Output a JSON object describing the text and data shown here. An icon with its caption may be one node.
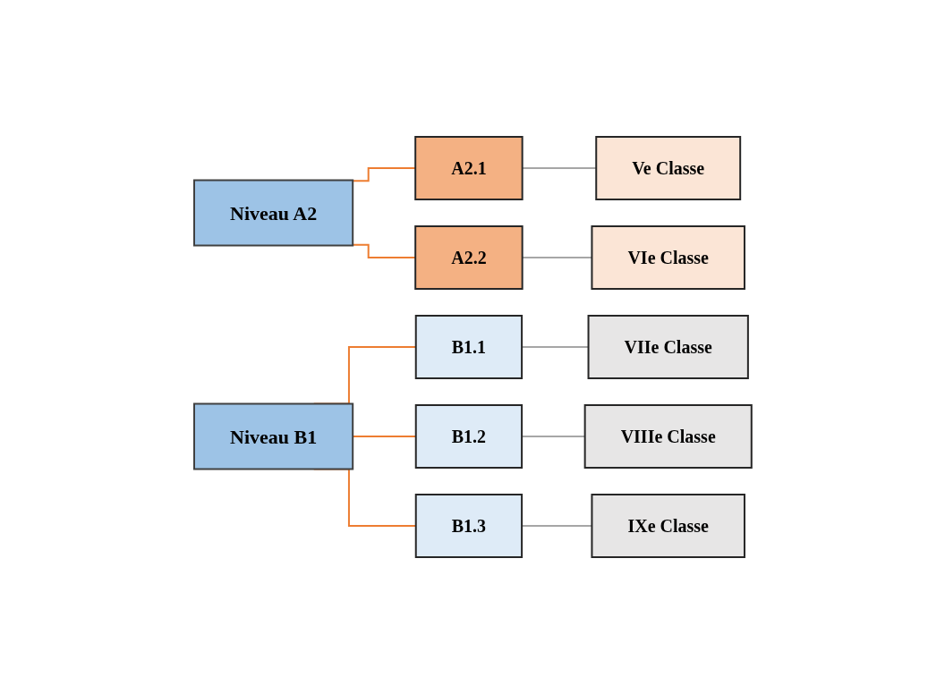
{
  "diagram": {
    "nodes": [
      {
        "text": [
          "Niveau A2"
        ]
      },
      {
        "text": [
          "A2.1"
        ]
      },
      {
        "text": [
          "Ve Classe"
        ]
      },
      {
        "text": [
          "A2.2"
        ]
      },
      {
        "text": [
          "VIe Classe"
        ]
      },
      {
        "text": [
          "Niveau B1"
        ]
      },
      {
        "text": [
          "B1.1"
        ]
      },
      {
        "text": [
          "VIIe Classe"
        ]
      },
      {
        "text": [
          "B1.2"
        ]
      },
      {
        "text": [
          "VIIIe Classe"
        ]
      },
      {
        "text": [
          "B1.3"
        ]
      },
      {
        "text": [
          "IXe Classe"
        ]
      }
    ],
    "edges": [
      {
        "from": 0,
        "to": 1,
        "arrow": "none",
        "color": "#ed7d31"
      },
      {
        "from": 0,
        "to": 3,
        "arrow": "none",
        "color": "#ed7d31"
      },
      {
        "from": 1,
        "to": 2,
        "arrow": "none",
        "color": "#a6a6a6"
      },
      {
        "from": 3,
        "to": 4,
        "arrow": "none",
        "color": "#a6a6a6"
      },
      {
        "from": 5,
        "to": 6,
        "arrow": "none",
        "color": "#ed7d31"
      },
      {
        "from": 5,
        "to": 8,
        "arrow": "none",
        "color": "#ed7d31"
      },
      {
        "from": 5,
        "to": 10,
        "arrow": "none",
        "color": "#ed7d31"
      },
      {
        "from": 6,
        "to": 7,
        "arrow": "none",
        "color": "#a6a6a6"
      },
      {
        "from": 8,
        "to": 9,
        "arrow": "none",
        "color": "#a6a6a6"
      },
      {
        "from": 10,
        "to": 11,
        "arrow": "none",
        "color": "#a6a6a6"
      }
    ]
  }
}
